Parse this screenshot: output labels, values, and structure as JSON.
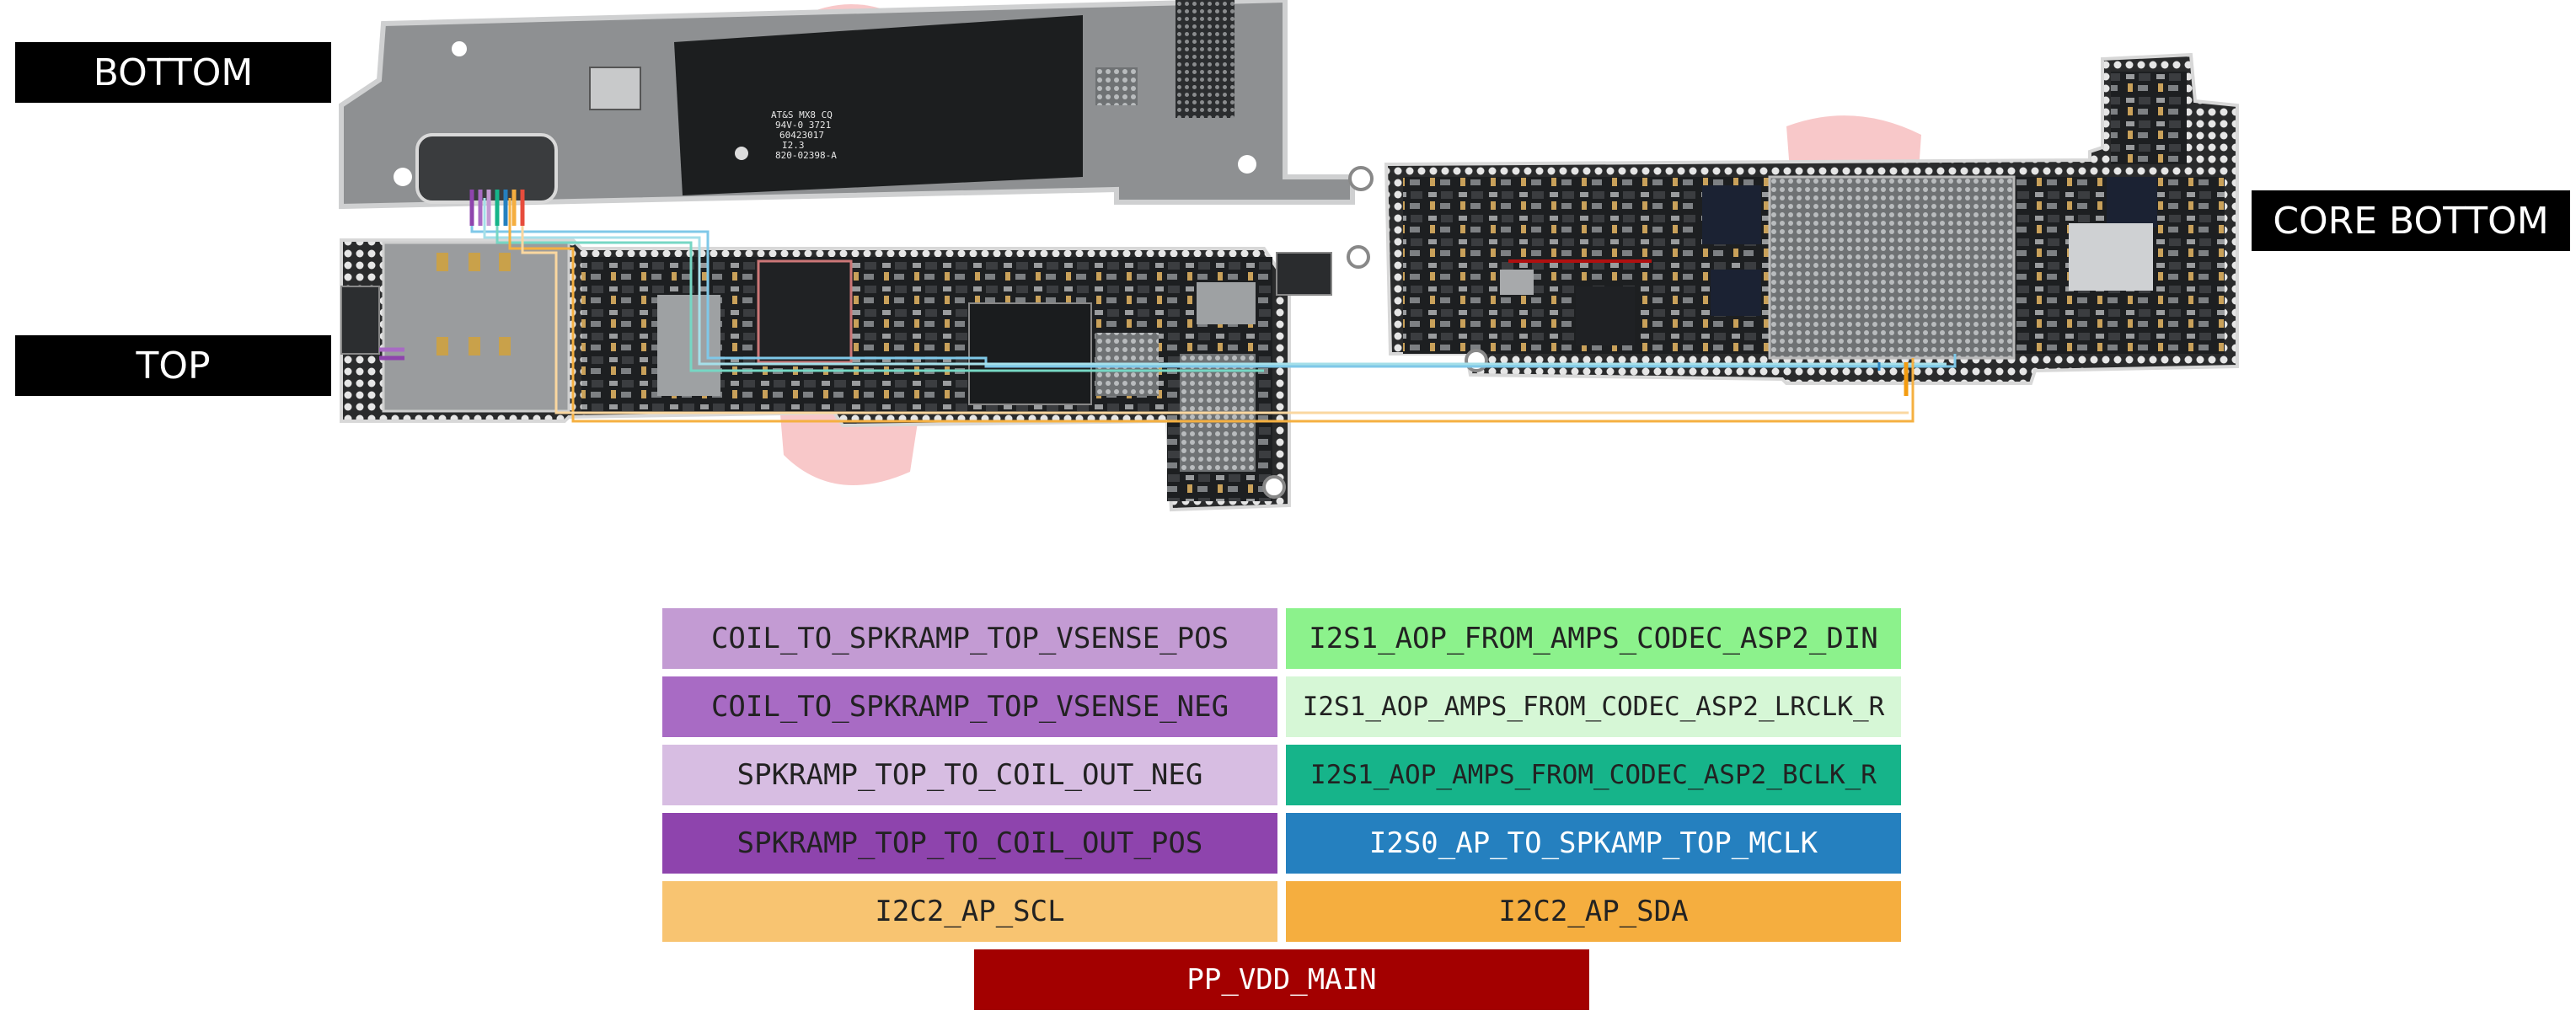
{
  "labels": {
    "bottom": "BOTTOM",
    "top": "TOP",
    "core_bottom": "CORE BOTTOM"
  },
  "board_markings": {
    "line1": "AT&S MX8 CQ",
    "line2": "94V-0  3721",
    "line3": "60423017",
    "line4": "I2.3",
    "line5": "820-02398-A"
  },
  "legend": [
    {
      "id": "coil-vsense-pos",
      "label": "COIL_TO_SPKRAMP_TOP_VSENSE_POS",
      "bg": "#c39bd3",
      "fg": "#222222"
    },
    {
      "id": "i2s1-din",
      "label": "I2S1_AOP_FROM_AMPS_CODEC_ASP2_DIN",
      "bg": "#8cf28c",
      "fg": "#222222"
    },
    {
      "id": "coil-vsense-neg",
      "label": "COIL_TO_SPKRAMP_TOP_VSENSE_NEG",
      "bg": "#a86bc4",
      "fg": "#222222"
    },
    {
      "id": "i2s1-lrclk",
      "label": "I2S1_AOP_AMPS_FROM_CODEC_ASP2_LRCLK_R",
      "bg": "#d6f7d6",
      "fg": "#222222"
    },
    {
      "id": "coil-out-neg",
      "label": "SPKRAMP_TOP_TO_COIL_OUT_NEG",
      "bg": "#d7bde2",
      "fg": "#222222"
    },
    {
      "id": "i2s1-bclk",
      "label": "I2S1_AOP_AMPS_FROM_CODEC_ASP2_BCLK_R",
      "bg": "#16b48a",
      "fg": "#222222"
    },
    {
      "id": "coil-out-pos",
      "label": "SPKRAMP_TOP_TO_COIL_OUT_POS",
      "bg": "#8e44ad",
      "fg": "#222222"
    },
    {
      "id": "i2s0-mclk",
      "label": "I2S0_AP_TO_SPKAMP_TOP_MCLK",
      "bg": "#2580bf",
      "fg": "#ffffff"
    },
    {
      "id": "i2c2-scl",
      "label": "I2C2_AP_SCL",
      "bg": "#f8c471",
      "fg": "#222222"
    },
    {
      "id": "i2c2-sda",
      "label": "I2C2_AP_SDA",
      "bg": "#f5ae3f",
      "fg": "#222222"
    },
    {
      "id": "pp-vdd-main",
      "label": "PP_VDD_MAIN",
      "bg": "#a30000",
      "fg": "#ffffff"
    }
  ],
  "colors": {
    "board_edge": "#d8d8d8",
    "board_dark": "#1c1e1f",
    "board_metal": "#8e9092",
    "watermark": "#e5393e",
    "trace_blue": "#5dade2",
    "trace_orange": "#f39c12"
  }
}
